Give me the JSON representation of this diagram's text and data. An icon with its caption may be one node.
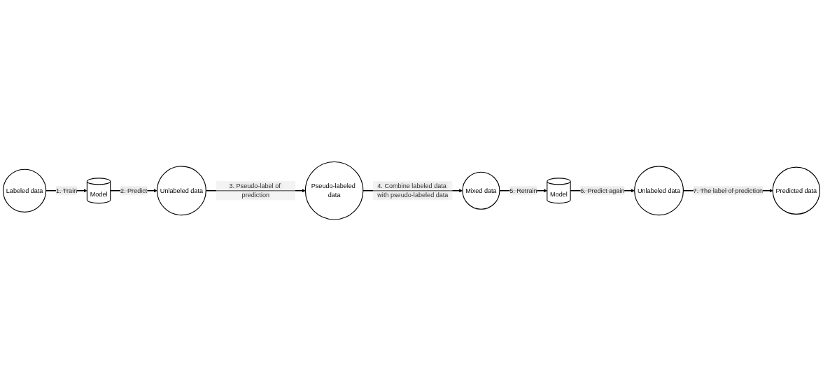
{
  "diagram": {
    "nodes": [
      {
        "text": [
          "Labeled data"
        ]
      },
      {
        "text": [
          "Model"
        ]
      },
      {
        "text": [
          "Unlabeled data"
        ]
      },
      {
        "text": [
          "Pseudo-labeled data"
        ]
      },
      {
        "text": [
          "Mixed data"
        ]
      },
      {
        "text": [
          "Model"
        ]
      },
      {
        "text": [
          "Unlabeled data"
        ]
      },
      {
        "text": [
          "Predicted data"
        ]
      }
    ],
    "edges": [
      {
        "from": 0,
        "to": 1,
        "arrow": "to",
        "label": "1. Train"
      },
      {
        "from": 1,
        "to": 2,
        "arrow": "to",
        "label": "2. Predict"
      },
      {
        "from": 2,
        "to": 3,
        "arrow": "to",
        "label": "3. Pseudo-label of prediction"
      },
      {
        "from": 3,
        "to": 4,
        "arrow": "to",
        "label": "4. Combine labeled data with pseudo-labeled data"
      },
      {
        "from": 4,
        "to": 5,
        "arrow": "to",
        "label": "5. Retrain"
      },
      {
        "from": 5,
        "to": 6,
        "arrow": "to",
        "label": "6. Predict again"
      },
      {
        "from": 6,
        "to": 7,
        "arrow": "to",
        "label": "7. The label of prediction"
      }
    ]
  }
}
